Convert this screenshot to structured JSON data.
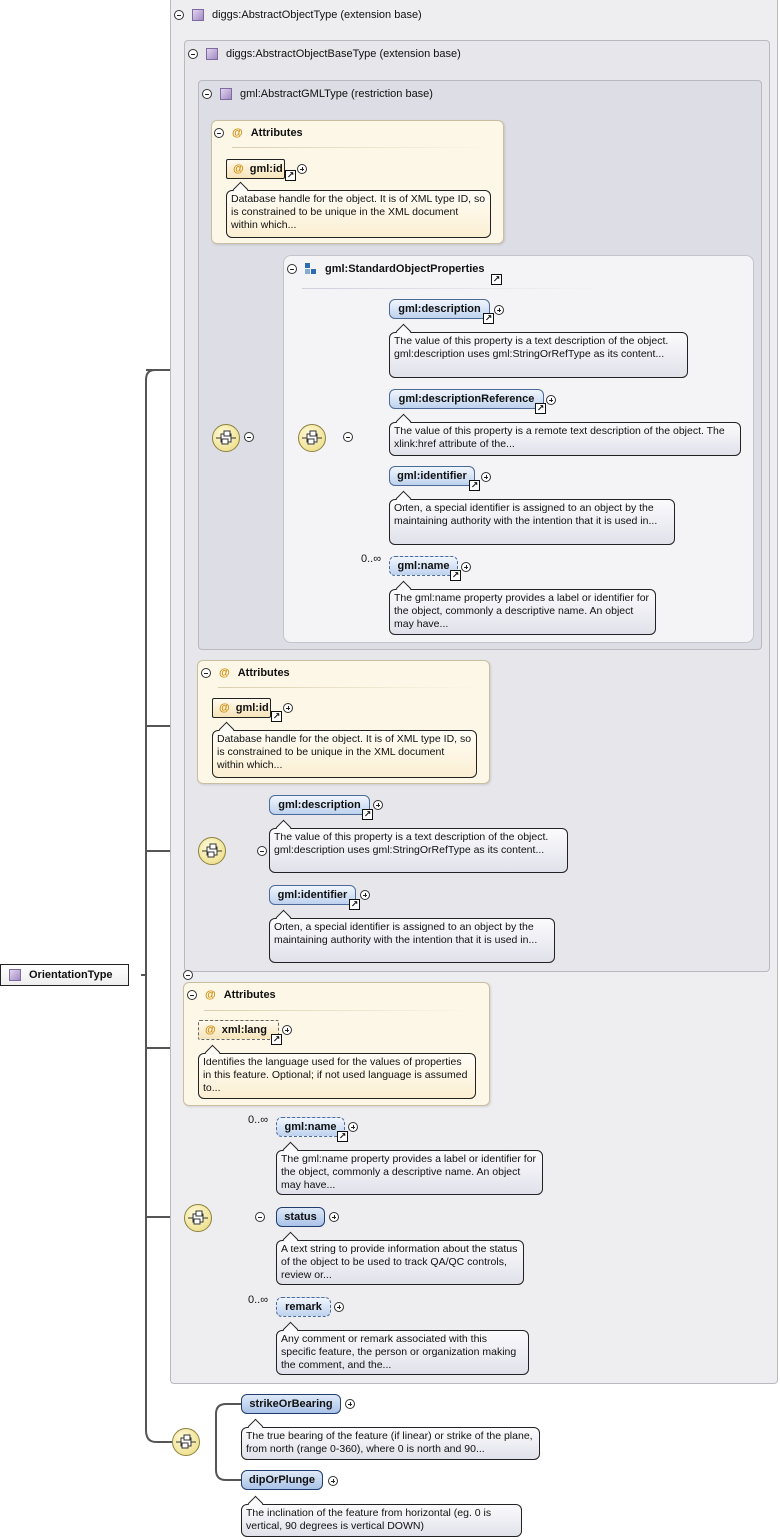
{
  "root": {
    "label": "OrientationType"
  },
  "ext_abstract_object": {
    "title": "diggs:AbstractObjectType (extension base)"
  },
  "ext_abstract_object_base": {
    "title": "diggs:AbstractObjectBaseType (extension base)"
  },
  "restr_gml": {
    "title": "gml:AbstractGMLType (restriction base)"
  },
  "attrs_gml_inner": {
    "title": "Attributes",
    "attr": "gml:id",
    "doc": "Database handle for the object. It is of XML type ID, so is constrained to be unique in the XML document within which..."
  },
  "std_props": {
    "title": "gml:StandardObjectProperties",
    "items": [
      {
        "name": "gml:description",
        "doc": "The value of this property is a text description of the object. gml:description uses gml:StringOrRefType as its content..."
      },
      {
        "name": "gml:descriptionReference",
        "doc": "The value of this property is a remote text description of the object. The xlink:href attribute of the..."
      },
      {
        "name": "gml:identifier",
        "doc": "Often, a special identifier is assigned to an object by the maintaining authority with the intention that it is used in..."
      },
      {
        "name": "gml:name",
        "mult": "0..∞",
        "doc": "The gml:name property provides a label or identifier for the object, commonly a descriptive name. An object may have..."
      }
    ]
  },
  "attrs_gml_outer": {
    "title": "Attributes",
    "attr": "gml:id",
    "doc": "Database handle for the object. It is of XML type ID, so is constrained to be unique in the XML document within which..."
  },
  "base_seq": {
    "items": [
      {
        "name": "gml:description",
        "doc": "The value of this property is a text description of the object. gml:description uses gml:StringOrRefType as its content..."
      },
      {
        "name": "gml:identifier",
        "doc": "Often, a special identifier is assigned to an object by the maintaining authority with the intention that it is used in..."
      }
    ]
  },
  "attrs_lang": {
    "title": "Attributes",
    "attr": "xml:lang",
    "doc": "Identifies the language used for the values of properties in this feature. Optional; if not used language is assumed to..."
  },
  "object_seq": {
    "items": [
      {
        "name": "gml:name",
        "mult": "0..∞",
        "doc": "The gml:name property provides a label or identifier for the object, commonly a descriptive name. An object may have..."
      },
      {
        "name": "status",
        "doc": "A text string to provide information about the status of the object to be used to track QA/QC controls, review or..."
      },
      {
        "name": "remark",
        "mult": "0..∞",
        "doc": "Any comment or remark associated with this specific feature, the person or organization making the comment, and the..."
      }
    ]
  },
  "orientation_seq": {
    "items": [
      {
        "name": "strikeOrBearing",
        "doc": "The true bearing of the feature (if linear) or strike of the plane, from north (range 0-360), where 0 is north and 90..."
      },
      {
        "name": "dipOrPlunge",
        "doc": "The inclination of the feature from horizontal (eg. 0 is vertical, 90 degrees is vertical DOWN)"
      }
    ]
  },
  "icons": {
    "jump": "jump-arrow-icon",
    "sequence": "sequence-compositor-icon",
    "type": "complex-type-icon"
  }
}
